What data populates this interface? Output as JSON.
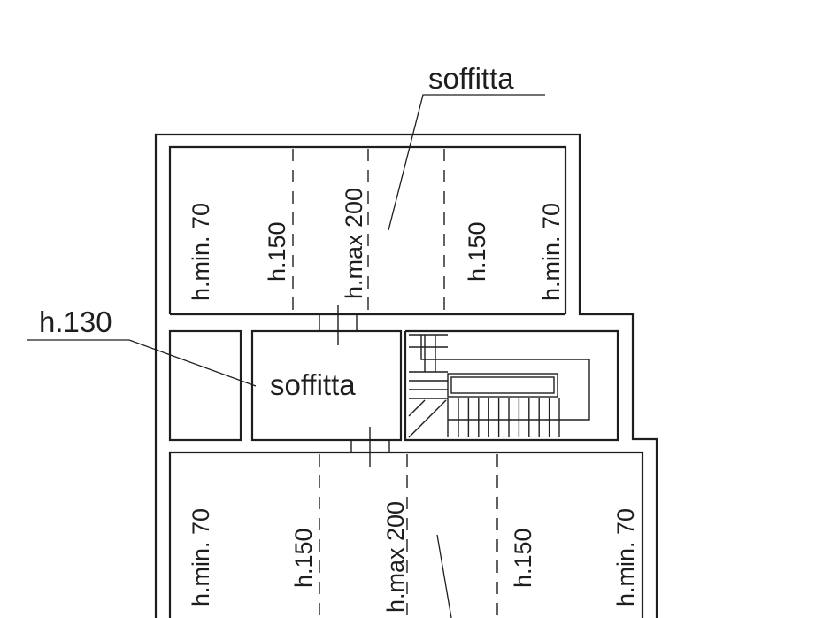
{
  "top_room": {
    "name": "soffitta",
    "heights": [
      "h.min. 70",
      "h.150",
      "h.max 200",
      "h.150",
      "h.min. 70"
    ]
  },
  "middle": {
    "room_name": "soffitta",
    "side_height": "h.130"
  },
  "bottom_room": {
    "heights": [
      "h.min. 70",
      "h.150",
      "h.max 200",
      "h.150",
      "h.min. 70"
    ]
  }
}
